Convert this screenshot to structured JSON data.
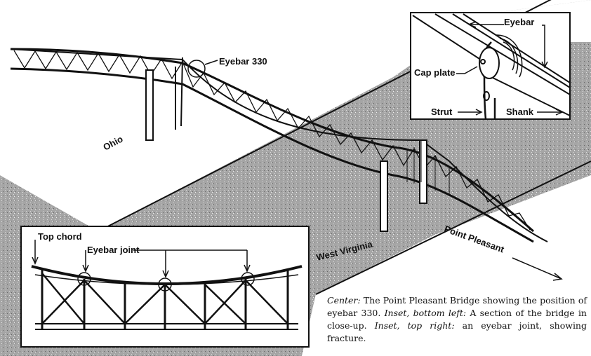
{
  "labels": {
    "eyebar_330": "Eyebar 330",
    "ohio": "Ohio",
    "west_virginia": "West Virginia",
    "point_pleasant": "Point Pleasant"
  },
  "inset_bottom_left": {
    "top_chord": "Top chord",
    "eyebar_joint": "Eyebar joint"
  },
  "inset_top_right": {
    "eyebar": "Eyebar",
    "cap_plate": "Cap plate",
    "strut": "Strut",
    "shank": "Shank"
  },
  "caption": {
    "center_label": "Center:",
    "center_text": " The Point Pleasant Bridge showing the position of eyebar 330. ",
    "inset_bl_label": "Inset, bottom left:",
    "inset_bl_text": " A section of the bridge in close-up. ",
    "inset_tr_label": "Inset, top right:",
    "inset_tr_text": " an eyebar joint, showing fracture."
  },
  "colors": {
    "river": "#a9a9a9",
    "ink": "#111111"
  }
}
